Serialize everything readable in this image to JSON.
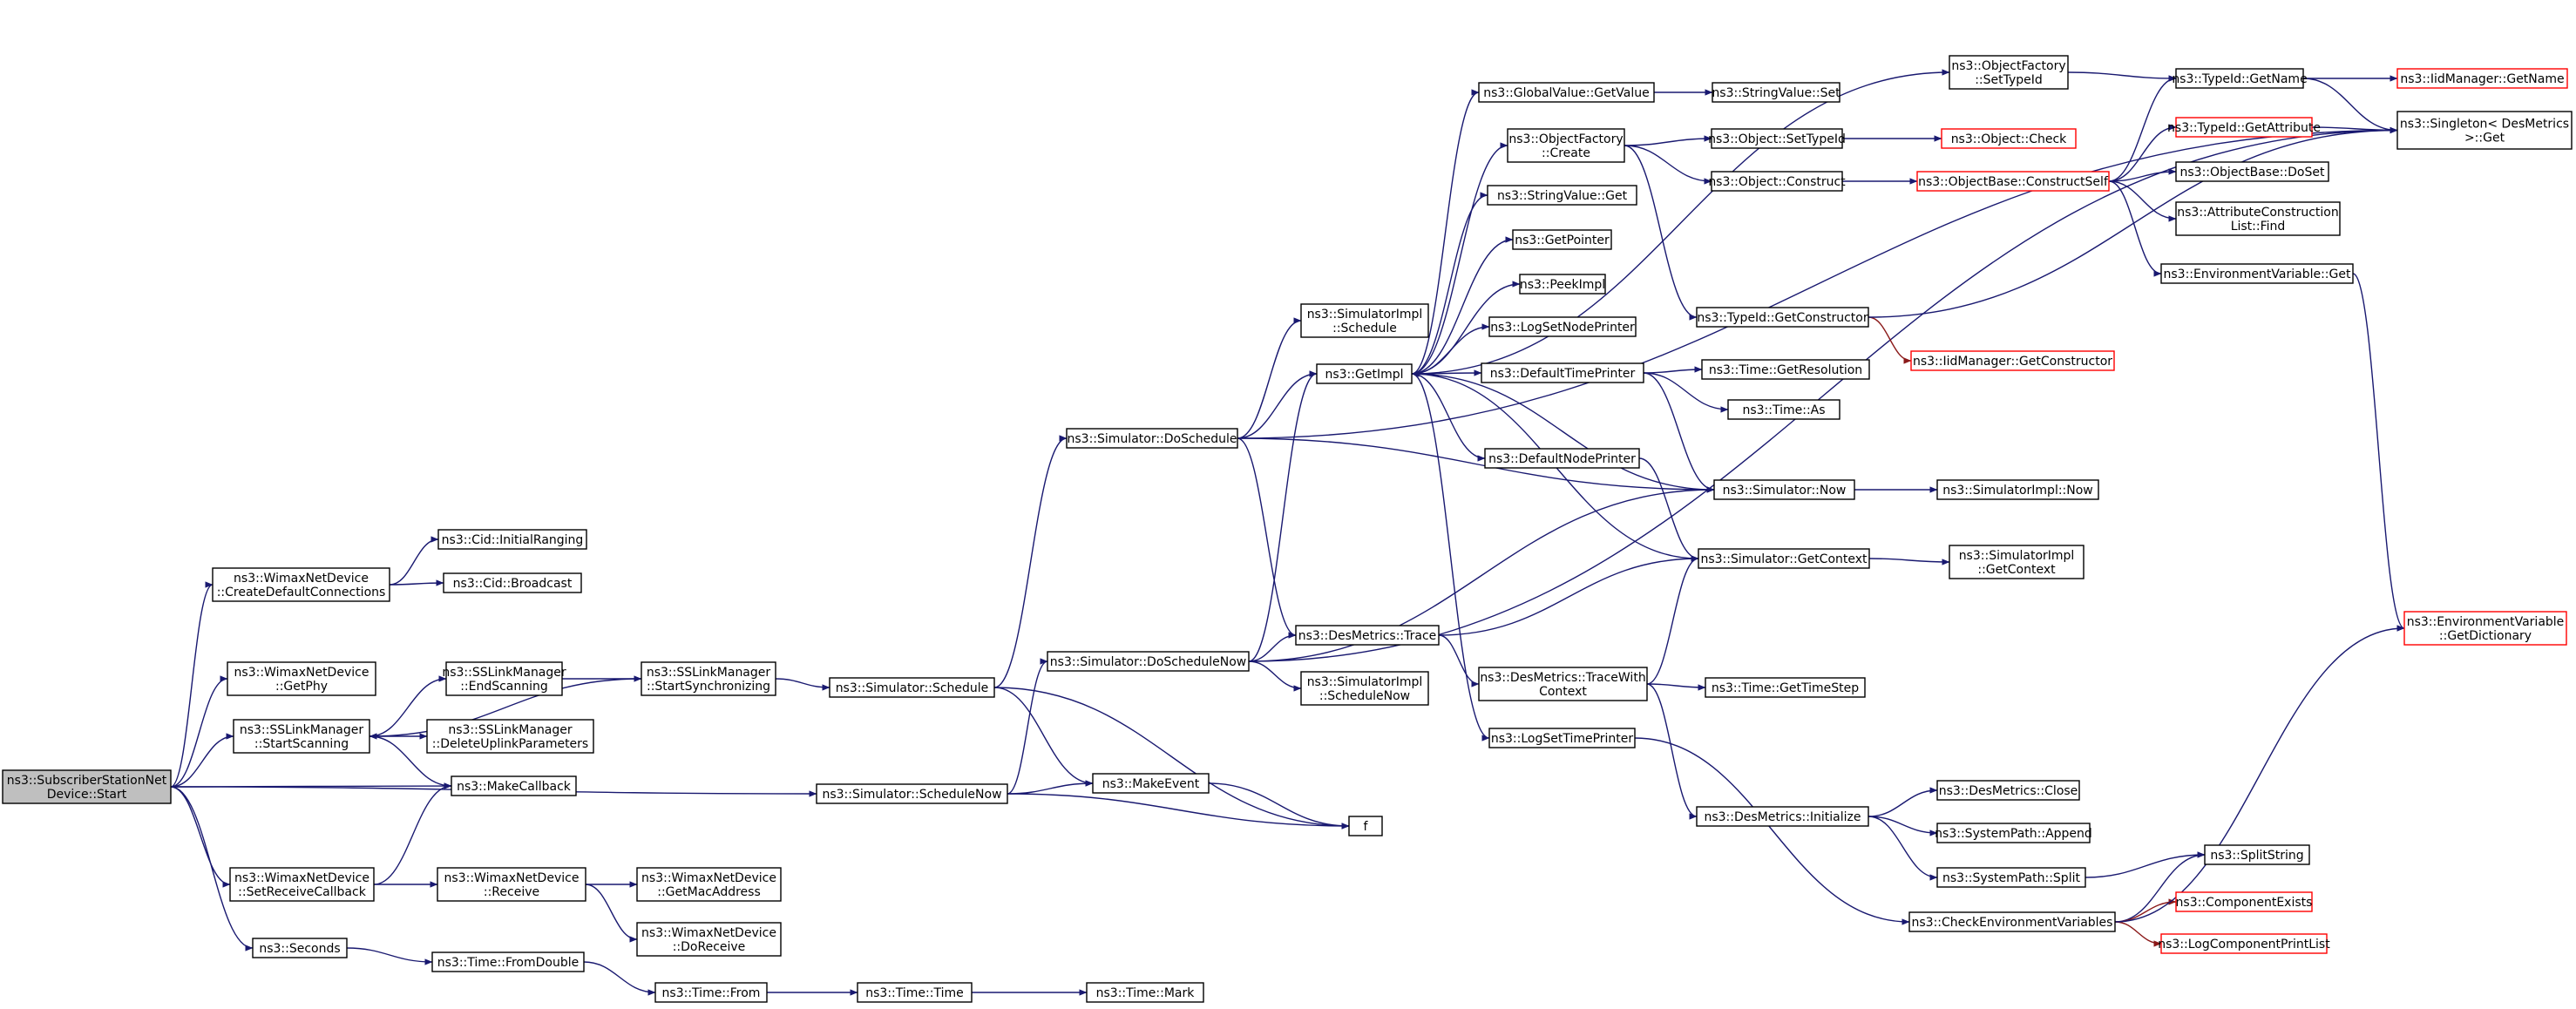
{
  "graph": {
    "title": "",
    "colors": {
      "edge": "#191970",
      "edge_external": "#8b1a1a",
      "node_border": "#000000",
      "node_external_border": "#ff0000",
      "node_highlight": "#bfbfbf"
    },
    "nodes": [
      {
        "id": "start",
        "lines": [
          "ns3::SubscriberStationNet",
          "Device::Start"
        ],
        "kind": "highlight"
      },
      {
        "id": "cdc",
        "lines": [
          "ns3::WimaxNetDevice",
          "::CreateDefaultConnections"
        ]
      },
      {
        "id": "ir",
        "lines": [
          "ns3::Cid::InitialRanging"
        ]
      },
      {
        "id": "bc",
        "lines": [
          "ns3::Cid::Broadcast"
        ]
      },
      {
        "id": "getphy",
        "lines": [
          "ns3::WimaxNetDevice",
          "::GetPhy"
        ]
      },
      {
        "id": "endscan",
        "lines": [
          "ns3::SSLinkManager",
          "::EndScanning"
        ]
      },
      {
        "id": "startsync",
        "lines": [
          "ns3::SSLinkManager",
          "::StartSynchronizing"
        ]
      },
      {
        "id": "startscan",
        "lines": [
          "ns3::SSLinkManager",
          "::StartScanning"
        ]
      },
      {
        "id": "delup",
        "lines": [
          "ns3::SSLinkManager",
          "::DeleteUplinkParameters"
        ]
      },
      {
        "id": "mkcb",
        "lines": [
          "ns3::MakeCallback"
        ]
      },
      {
        "id": "setrcv",
        "lines": [
          "ns3::WimaxNetDevice",
          "::SetReceiveCallback"
        ]
      },
      {
        "id": "receive",
        "lines": [
          "ns3::WimaxNetDevice",
          "::Receive"
        ]
      },
      {
        "id": "getmac",
        "lines": [
          "ns3::WimaxNetDevice",
          "::GetMacAddress"
        ]
      },
      {
        "id": "dorecv",
        "lines": [
          "ns3::WimaxNetDevice",
          "::DoReceive"
        ]
      },
      {
        "id": "seconds",
        "lines": [
          "ns3::Seconds"
        ]
      },
      {
        "id": "fromdouble",
        "lines": [
          "ns3::Time::FromDouble"
        ]
      },
      {
        "id": "tfrom",
        "lines": [
          "ns3::Time::From"
        ]
      },
      {
        "id": "ttime",
        "lines": [
          "ns3::Time::Time"
        ]
      },
      {
        "id": "tmark",
        "lines": [
          "ns3::Time::Mark"
        ]
      },
      {
        "id": "sched",
        "lines": [
          "ns3::Simulator::Schedule"
        ]
      },
      {
        "id": "schednow",
        "lines": [
          "ns3::Simulator::ScheduleNow"
        ]
      },
      {
        "id": "doschednow",
        "lines": [
          "ns3::Simulator::DoScheduleNow"
        ]
      },
      {
        "id": "dosched",
        "lines": [
          "ns3::Simulator::DoSchedule"
        ]
      },
      {
        "id": "mkev",
        "lines": [
          "ns3::MakeEvent"
        ]
      },
      {
        "id": "f",
        "lines": [
          "f"
        ]
      },
      {
        "id": "simimplsched",
        "lines": [
          "ns3::SimulatorImpl",
          "::Schedule"
        ]
      },
      {
        "id": "getimpl",
        "lines": [
          "ns3::GetImpl"
        ]
      },
      {
        "id": "dmtrace",
        "lines": [
          "ns3::DesMetrics::Trace"
        ]
      },
      {
        "id": "simimplschednow",
        "lines": [
          "ns3::SimulatorImpl",
          "::ScheduleNow"
        ]
      },
      {
        "id": "gvget",
        "lines": [
          "ns3::GlobalValue::GetValue"
        ]
      },
      {
        "id": "svset",
        "lines": [
          "ns3::StringValue::Set"
        ]
      },
      {
        "id": "ofcreate",
        "lines": [
          "ns3::ObjectFactory",
          "::Create"
        ]
      },
      {
        "id": "svget",
        "lines": [
          "ns3::StringValue::Get"
        ]
      },
      {
        "id": "getptr",
        "lines": [
          "ns3::GetPointer"
        ]
      },
      {
        "id": "peekimpl",
        "lines": [
          "ns3::PeekImpl"
        ]
      },
      {
        "id": "lsnp",
        "lines": [
          "ns3::LogSetNodePrinter"
        ]
      },
      {
        "id": "dtp",
        "lines": [
          "ns3::DefaultTimePrinter"
        ]
      },
      {
        "id": "dnp",
        "lines": [
          "ns3::DefaultNodePrinter"
        ]
      },
      {
        "id": "lstp",
        "lines": [
          "ns3::LogSetTimePrinter"
        ]
      },
      {
        "id": "dmtwc",
        "lines": [
          "ns3::DesMetrics::TraceWith",
          "Context"
        ]
      },
      {
        "id": "dminit",
        "lines": [
          "ns3::DesMetrics::Initialize"
        ]
      },
      {
        "id": "ofsettid",
        "lines": [
          "ns3::ObjectFactory",
          "::SetTypeId"
        ]
      },
      {
        "id": "objsettid",
        "lines": [
          "ns3::Object::SetTypeId"
        ]
      },
      {
        "id": "objconstruct",
        "lines": [
          "ns3::Object::Construct"
        ]
      },
      {
        "id": "tidgetctor",
        "lines": [
          "ns3::TypeId::GetConstructor"
        ]
      },
      {
        "id": "tgetres",
        "lines": [
          "ns3::Time::GetResolution"
        ]
      },
      {
        "id": "tas",
        "lines": [
          "ns3::Time::As"
        ]
      },
      {
        "id": "simnow",
        "lines": [
          "ns3::Simulator::Now"
        ]
      },
      {
        "id": "simgetctx",
        "lines": [
          "ns3::Simulator::GetContext"
        ]
      },
      {
        "id": "tgetstep",
        "lines": [
          "ns3::Time::GetTimeStep"
        ]
      },
      {
        "id": "objcheck",
        "lines": [
          "ns3::Object::Check"
        ],
        "kind": "ext"
      },
      {
        "id": "obcs",
        "lines": [
          "ns3::ObjectBase::ConstructSelf"
        ],
        "kind": "ext"
      },
      {
        "id": "iidgetctor",
        "lines": [
          "ns3::IidManager::GetConstructor"
        ],
        "kind": "ext"
      },
      {
        "id": "simimplnow",
        "lines": [
          "ns3::SimulatorImpl::Now"
        ]
      },
      {
        "id": "simimplgetctx",
        "lines": [
          "ns3::SimulatorImpl",
          "::GetContext"
        ]
      },
      {
        "id": "dmclose",
        "lines": [
          "ns3::DesMetrics::Close"
        ]
      },
      {
        "id": "spappend",
        "lines": [
          "ns3::SystemPath::Append"
        ]
      },
      {
        "id": "spsplit",
        "lines": [
          "ns3::SystemPath::Split"
        ]
      },
      {
        "id": "cev",
        "lines": [
          "ns3::CheckEnvironmentVariables"
        ]
      },
      {
        "id": "tidgetname",
        "lines": [
          "ns3::TypeId::GetName"
        ]
      },
      {
        "id": "tidgetattr",
        "lines": [
          "ns3::TypeId::GetAttribute"
        ],
        "kind": "ext"
      },
      {
        "id": "obdoset",
        "lines": [
          "ns3::ObjectBase::DoSet"
        ]
      },
      {
        "id": "acfind",
        "lines": [
          "ns3::AttributeConstruction",
          "List::Find"
        ]
      },
      {
        "id": "envget",
        "lines": [
          "ns3::EnvironmentVariable::Get"
        ]
      },
      {
        "id": "splitstr",
        "lines": [
          "ns3::SplitString"
        ]
      },
      {
        "id": "compexists",
        "lines": [
          "ns3::ComponentExists"
        ],
        "kind": "ext"
      },
      {
        "id": "logcpl",
        "lines": [
          "ns3::LogComponentPrintList"
        ],
        "kind": "ext"
      },
      {
        "id": "iidgetname",
        "lines": [
          "ns3::IidManager::GetName"
        ],
        "kind": "ext"
      },
      {
        "id": "singleton",
        "lines": [
          "ns3::Singleton< DesMetrics",
          ">::Get"
        ]
      },
      {
        "id": "envdict",
        "lines": [
          "ns3::EnvironmentVariable",
          "::GetDictionary"
        ],
        "kind": "ext"
      }
    ],
    "edges": [
      {
        "from": "start",
        "to": "cdc"
      },
      {
        "from": "start",
        "to": "getphy"
      },
      {
        "from": "start",
        "to": "startscan"
      },
      {
        "from": "start",
        "to": "mkcb"
      },
      {
        "from": "start",
        "to": "schednow"
      },
      {
        "from": "start",
        "to": "setrcv"
      },
      {
        "from": "start",
        "to": "seconds"
      },
      {
        "from": "cdc",
        "to": "ir"
      },
      {
        "from": "cdc",
        "to": "bc"
      },
      {
        "from": "startscan",
        "to": "endscan"
      },
      {
        "from": "startscan",
        "to": "delup"
      },
      {
        "from": "startscan",
        "to": "mkcb"
      },
      {
        "from": "endscan",
        "to": "startsync"
      },
      {
        "from": "startsync",
        "to": "startscan"
      },
      {
        "from": "startsync",
        "to": "sched"
      },
      {
        "from": "setrcv",
        "to": "mkcb"
      },
      {
        "from": "setrcv",
        "to": "receive"
      },
      {
        "from": "receive",
        "to": "getmac"
      },
      {
        "from": "receive",
        "to": "dorecv"
      },
      {
        "from": "seconds",
        "to": "fromdouble"
      },
      {
        "from": "fromdouble",
        "to": "tfrom"
      },
      {
        "from": "tfrom",
        "to": "ttime"
      },
      {
        "from": "ttime",
        "to": "tmark"
      },
      {
        "from": "sched",
        "to": "dosched"
      },
      {
        "from": "sched",
        "to": "mkev"
      },
      {
        "from": "sched",
        "to": "f"
      },
      {
        "from": "schednow",
        "to": "doschednow"
      },
      {
        "from": "schednow",
        "to": "mkev"
      },
      {
        "from": "schednow",
        "to": "f"
      },
      {
        "from": "mkev",
        "to": "f"
      },
      {
        "from": "dosched",
        "to": "simimplsched"
      },
      {
        "from": "dosched",
        "to": "getimpl"
      },
      {
        "from": "dosched",
        "to": "dmtrace"
      },
      {
        "from": "dosched",
        "to": "simnow"
      },
      {
        "from": "dosched",
        "to": "singleton"
      },
      {
        "from": "doschednow",
        "to": "getimpl"
      },
      {
        "from": "doschednow",
        "to": "dmtrace"
      },
      {
        "from": "doschednow",
        "to": "simimplschednow"
      },
      {
        "from": "doschednow",
        "to": "simnow"
      },
      {
        "from": "doschednow",
        "to": "singleton"
      },
      {
        "from": "getimpl",
        "to": "gvget"
      },
      {
        "from": "getimpl",
        "to": "ofcreate"
      },
      {
        "from": "getimpl",
        "to": "svget"
      },
      {
        "from": "getimpl",
        "to": "getptr"
      },
      {
        "from": "getimpl",
        "to": "peekimpl"
      },
      {
        "from": "getimpl",
        "to": "lsnp"
      },
      {
        "from": "getimpl",
        "to": "dtp"
      },
      {
        "from": "getimpl",
        "to": "dnp"
      },
      {
        "from": "getimpl",
        "to": "lstp"
      },
      {
        "from": "getimpl",
        "to": "ofsettid"
      },
      {
        "from": "gvget",
        "to": "svset"
      },
      {
        "from": "ofcreate",
        "to": "objsettid"
      },
      {
        "from": "ofcreate",
        "to": "objconstruct"
      },
      {
        "from": "ofcreate",
        "to": "tidgetctor"
      },
      {
        "from": "objsettid",
        "to": "objcheck"
      },
      {
        "from": "objconstruct",
        "to": "obcs"
      },
      {
        "from": "tidgetctor",
        "to": "iidgetctor",
        "kind": "red"
      },
      {
        "from": "tidgetctor",
        "to": "singleton"
      },
      {
        "from": "dtp",
        "to": "tgetres"
      },
      {
        "from": "dtp",
        "to": "tas"
      },
      {
        "from": "dtp",
        "to": "simnow"
      },
      {
        "from": "dnp",
        "to": "simgetctx"
      },
      {
        "from": "simnow",
        "to": "simimplnow"
      },
      {
        "from": "simnow",
        "to": "getimpl"
      },
      {
        "from": "simgetctx",
        "to": "simimplgetctx"
      },
      {
        "from": "simgetctx",
        "to": "getimpl"
      },
      {
        "from": "dmtrace",
        "to": "dmtwc"
      },
      {
        "from": "dmtrace",
        "to": "simgetctx"
      },
      {
        "from": "dmtwc",
        "to": "tgetstep"
      },
      {
        "from": "dmtwc",
        "to": "dminit"
      },
      {
        "from": "dmtwc",
        "to": "simgetctx"
      },
      {
        "from": "dminit",
        "to": "dmclose"
      },
      {
        "from": "dminit",
        "to": "spappend"
      },
      {
        "from": "dminit",
        "to": "spsplit"
      },
      {
        "from": "lstp",
        "to": "cev"
      },
      {
        "from": "cev",
        "to": "splitstr"
      },
      {
        "from": "cev",
        "to": "compexists",
        "kind": "red"
      },
      {
        "from": "cev",
        "to": "logcpl",
        "kind": "red"
      },
      {
        "from": "cev",
        "to": "envdict"
      },
      {
        "from": "spsplit",
        "to": "splitstr"
      },
      {
        "from": "ofsettid",
        "to": "tidgetname"
      },
      {
        "from": "obcs",
        "to": "tidgetname"
      },
      {
        "from": "obcs",
        "to": "tidgetattr"
      },
      {
        "from": "obcs",
        "to": "obdoset"
      },
      {
        "from": "obcs",
        "to": "acfind"
      },
      {
        "from": "obcs",
        "to": "envget"
      },
      {
        "from": "tidgetname",
        "to": "iidgetname"
      },
      {
        "from": "tidgetname",
        "to": "singleton"
      },
      {
        "from": "tidgetattr",
        "to": "singleton"
      },
      {
        "from": "envget",
        "to": "envdict"
      }
    ]
  }
}
